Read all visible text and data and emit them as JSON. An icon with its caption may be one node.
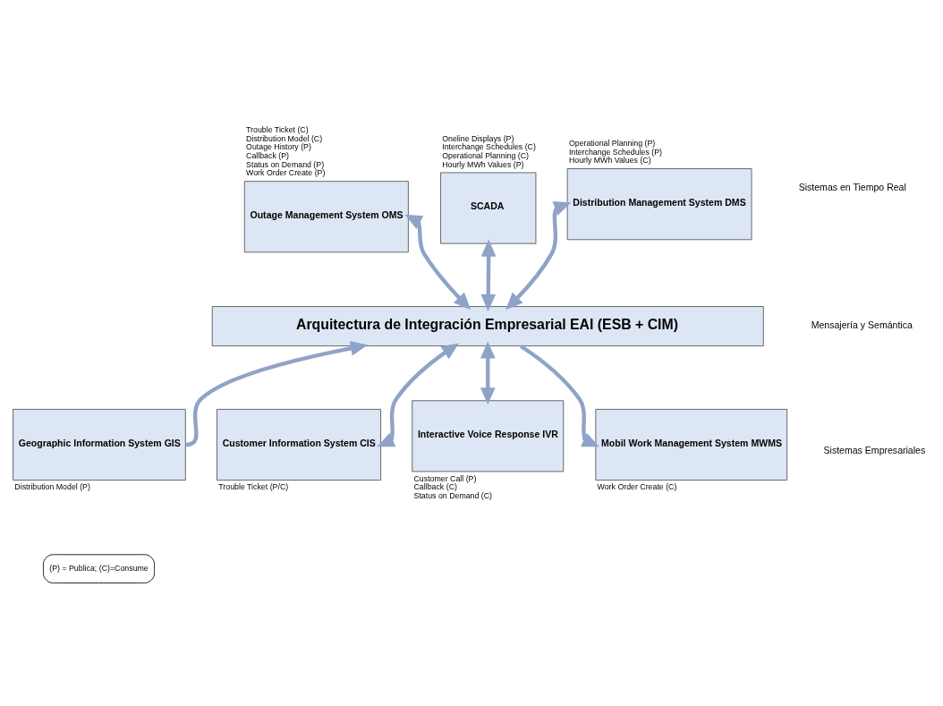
{
  "diagram": {
    "nodes": [
      {
        "text": [
          "Outage Management System OMS"
        ],
        "beside": [
          "Trouble Ticket (C)",
          "Distribution Model (C)",
          "Outage History (P)",
          "Callback (P)",
          "Status on Demand (P)",
          "Work Order Create (P)"
        ]
      },
      {
        "text": [
          "SCADA"
        ],
        "beside": [
          "Oneline Displays (P)",
          "Interchange Schedules (C)",
          "Operational Planning (C)",
          "Hourly MWh Values (P)"
        ]
      },
      {
        "text": [
          "Distribution Management System DMS"
        ],
        "beside": [
          "Operational Planning (P)",
          "Interchange Schedules (P)",
          "Hourly MWh Values (C)"
        ]
      },
      {
        "text": [
          "Arquitectura de Integración Empresarial EAI (ESB + CIM)"
        ]
      },
      {
        "text": [
          "Geographic Information System GIS"
        ],
        "beside": [
          "Distribution Model (P)"
        ]
      },
      {
        "text": [
          "Customer Information System CIS"
        ],
        "beside": [
          "Trouble Ticket (P/C)"
        ]
      },
      {
        "text": [
          "Interactive Voice Response IVR"
        ],
        "beside": [
          "Customer Call (P)",
          "Callback (C)",
          "Status on Demand (C)"
        ]
      },
      {
        "text": [
          "Mobil Work Management System MWMS"
        ],
        "beside": [
          "Work Order Create (C)"
        ]
      }
    ],
    "edges": [
      {
        "from": 0,
        "to": 3,
        "arrow": "both"
      },
      {
        "from": 1,
        "to": 3,
        "arrow": "both"
      },
      {
        "from": 2,
        "to": 3,
        "arrow": "both"
      },
      {
        "from": 4,
        "to": 3,
        "arrow": "to"
      },
      {
        "from": 5,
        "to": 3,
        "arrow": "both"
      },
      {
        "from": 6,
        "to": 3,
        "arrow": "both"
      },
      {
        "from": 3,
        "to": 7,
        "arrow": "to"
      }
    ],
    "labels": [
      "Sistemas en Tiempo Real",
      "Mensajería y Semántica",
      "Sistemas Empresariales",
      "(P) = Publica; (C)=Consume"
    ]
  }
}
